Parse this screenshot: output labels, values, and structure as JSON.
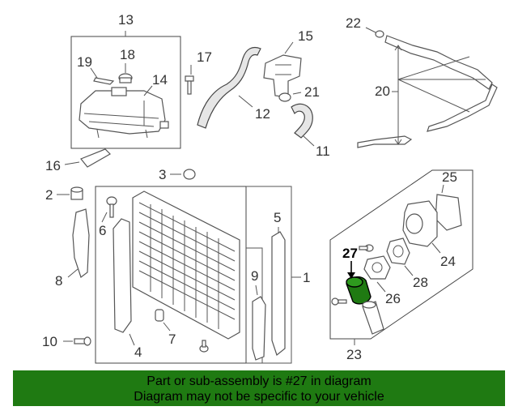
{
  "callouts": {
    "c1": "1",
    "c2": "2",
    "c3": "3",
    "c4": "4",
    "c5": "5",
    "c6": "6",
    "c7": "7",
    "c8": "8",
    "c9": "9",
    "c10": "10",
    "c11": "11",
    "c12": "12",
    "c13": "13",
    "c14": "14",
    "c15": "15",
    "c16": "16",
    "c17": "17",
    "c18": "18",
    "c19": "19",
    "c20": "20",
    "c21": "21",
    "c22": "22",
    "c23": "23",
    "c24": "24",
    "c25": "25",
    "c26": "26",
    "c27": "27",
    "c28": "28"
  },
  "highlight": {
    "part_number": "27",
    "color": "#1f7a12"
  },
  "banner": {
    "line1": "Part or sub-assembly is #27 in diagram",
    "line2": "Diagram may not be specific to your vehicle",
    "background": "#1f7a12"
  }
}
